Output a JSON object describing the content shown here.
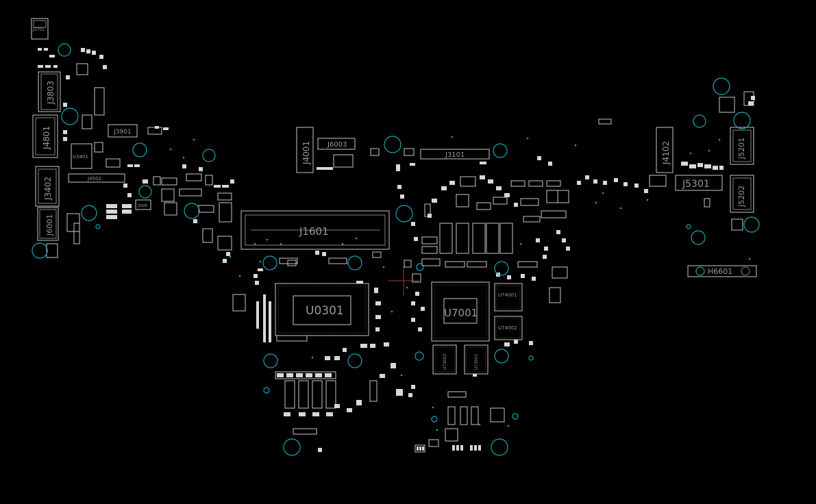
{
  "palette": {
    "background": "#000000",
    "outline": "#c8c8c8",
    "pad": "#d8d8d8",
    "mounting_hole": "#1aa7b5",
    "cursor": "#b03040"
  },
  "labels": {
    "j3701": "J3701",
    "j3803": "J3803",
    "j4801": "J4801",
    "u3401": "U3401",
    "j3402": "J3402",
    "j6001": "J6001",
    "j3901": "J3901",
    "j4502": "J4502",
    "j5006": "J5006",
    "j4001": "J4001",
    "j6003": "J6003",
    "j3101": "J3101",
    "j1601": "J1601",
    "u0301": "U0301",
    "u7001": "U7001",
    "u74001": "U74001",
    "u74002": "U74002",
    "u73002": "U73002",
    "u73001": "U73001",
    "j4102": "J4102",
    "j5301": "J5301",
    "j5201": "J5201",
    "j5202": "J5202",
    "h6601": "H6601"
  }
}
